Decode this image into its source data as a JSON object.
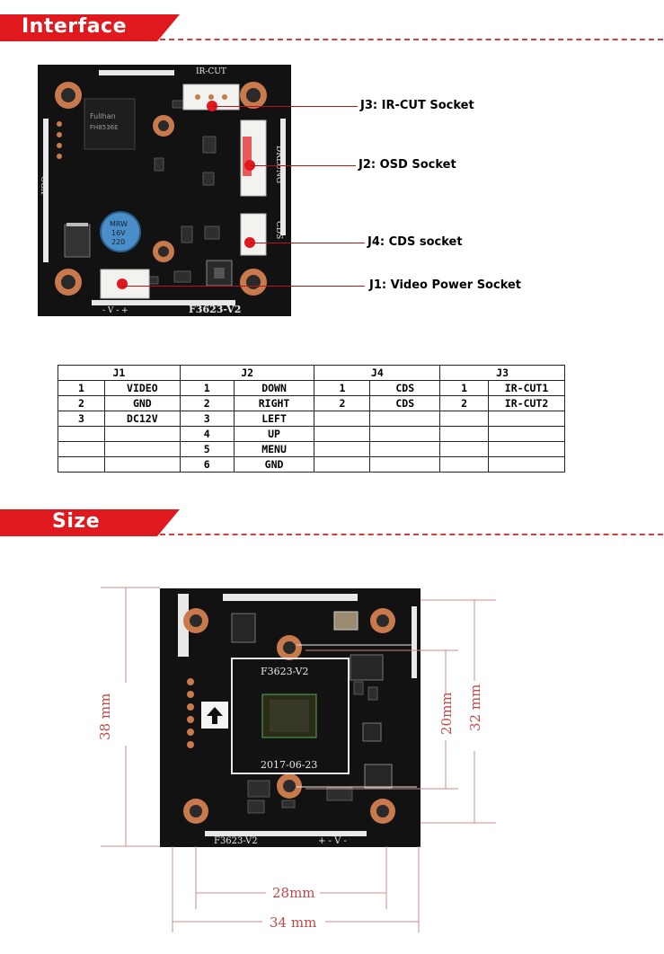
{
  "sections": {
    "interface_title": "Interface",
    "size_title": "Size"
  },
  "board1": {
    "silk_ircut": "IR-CUT",
    "silk_drlung": "DRLUNG",
    "silk_cds": "CDS",
    "silk_model": "F3623-V2",
    "silk_power": "- V - +",
    "silk_side": "CGX",
    "chip_brand": "Fullhan",
    "chip_model": "FH8536E",
    "cap_brand": "MRW",
    "cap_voltage": "16V",
    "cap_value": "220"
  },
  "callouts": {
    "j3": "J3: IR-CUT Socket",
    "j2": "J2: OSD Socket",
    "j4": "J4: CDS socket",
    "j1": "J1: Video Power Socket"
  },
  "table": {
    "headers": [
      "J1",
      "J2",
      "J4",
      "J3"
    ],
    "rows": [
      [
        "1",
        "VIDEO",
        "1",
        "DOWN",
        "1",
        "CDS",
        "1",
        "IR-CUT1"
      ],
      [
        "2",
        "GND",
        "2",
        "RIGHT",
        "2",
        "CDS",
        "2",
        "IR-CUT2"
      ],
      [
        "3",
        "DC12V",
        "3",
        "LEFT",
        "",
        "",
        "",
        ""
      ],
      [
        "",
        "",
        "4",
        "UP",
        "",
        "",
        "",
        ""
      ],
      [
        "",
        "",
        "5",
        "MENU",
        "",
        "",
        "",
        ""
      ],
      [
        "",
        "",
        "6",
        "GND",
        "",
        "",
        "",
        ""
      ]
    ]
  },
  "board2": {
    "sensor_label": "F3623-V2",
    "date": "2017-06-23",
    "bottom_label": "F3623-V2",
    "power_label": "+ - V -",
    "arrow_icon": "up-arrow-icon"
  },
  "dimensions": {
    "height_total": "38 mm",
    "height_inner": "20mm",
    "height_side": "32 mm",
    "width_inner": "28mm",
    "width_total": "34 mm"
  },
  "colors": {
    "accent_red": "#e0191f",
    "callout_red": "#b3151b",
    "dimension_red": "#c04848",
    "pcb_black": "#121212"
  }
}
